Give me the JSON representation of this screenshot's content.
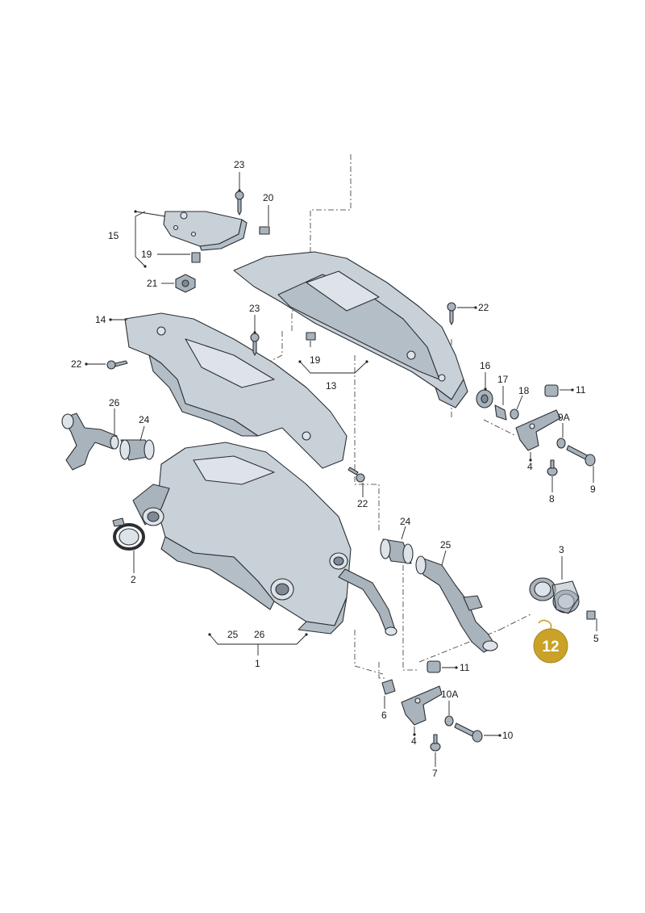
{
  "labels": {
    "l1": "1",
    "l2": "2",
    "l3": "3",
    "l4a": "4",
    "l4b": "4",
    "l5": "5",
    "l6": "6",
    "l7": "7",
    "l8": "8",
    "l9": "9",
    "l9a": "9A",
    "l10": "10",
    "l10a": "10A",
    "l11a": "11",
    "l11b": "11",
    "l12": "12",
    "l13": "13",
    "l14": "14",
    "l15": "15",
    "l16": "16",
    "l17": "17",
    "l18": "18",
    "l19a": "19",
    "l19b": "19",
    "l20": "20",
    "l21": "21",
    "l22a": "22",
    "l22b": "22",
    "l22c": "22",
    "l23a": "23",
    "l23b": "23",
    "l24a": "24",
    "l24b": "24",
    "l25a": "25",
    "l25b": "25",
    "l26a": "26",
    "l26b": "26"
  },
  "colors": {
    "highlight_badge": "#c9a227",
    "badge_text": "#ffffff",
    "part_fill": "#c9d1d8",
    "outline": "#2b2f33"
  },
  "icons": {
    "badge": "numbered-highlight-badge"
  }
}
